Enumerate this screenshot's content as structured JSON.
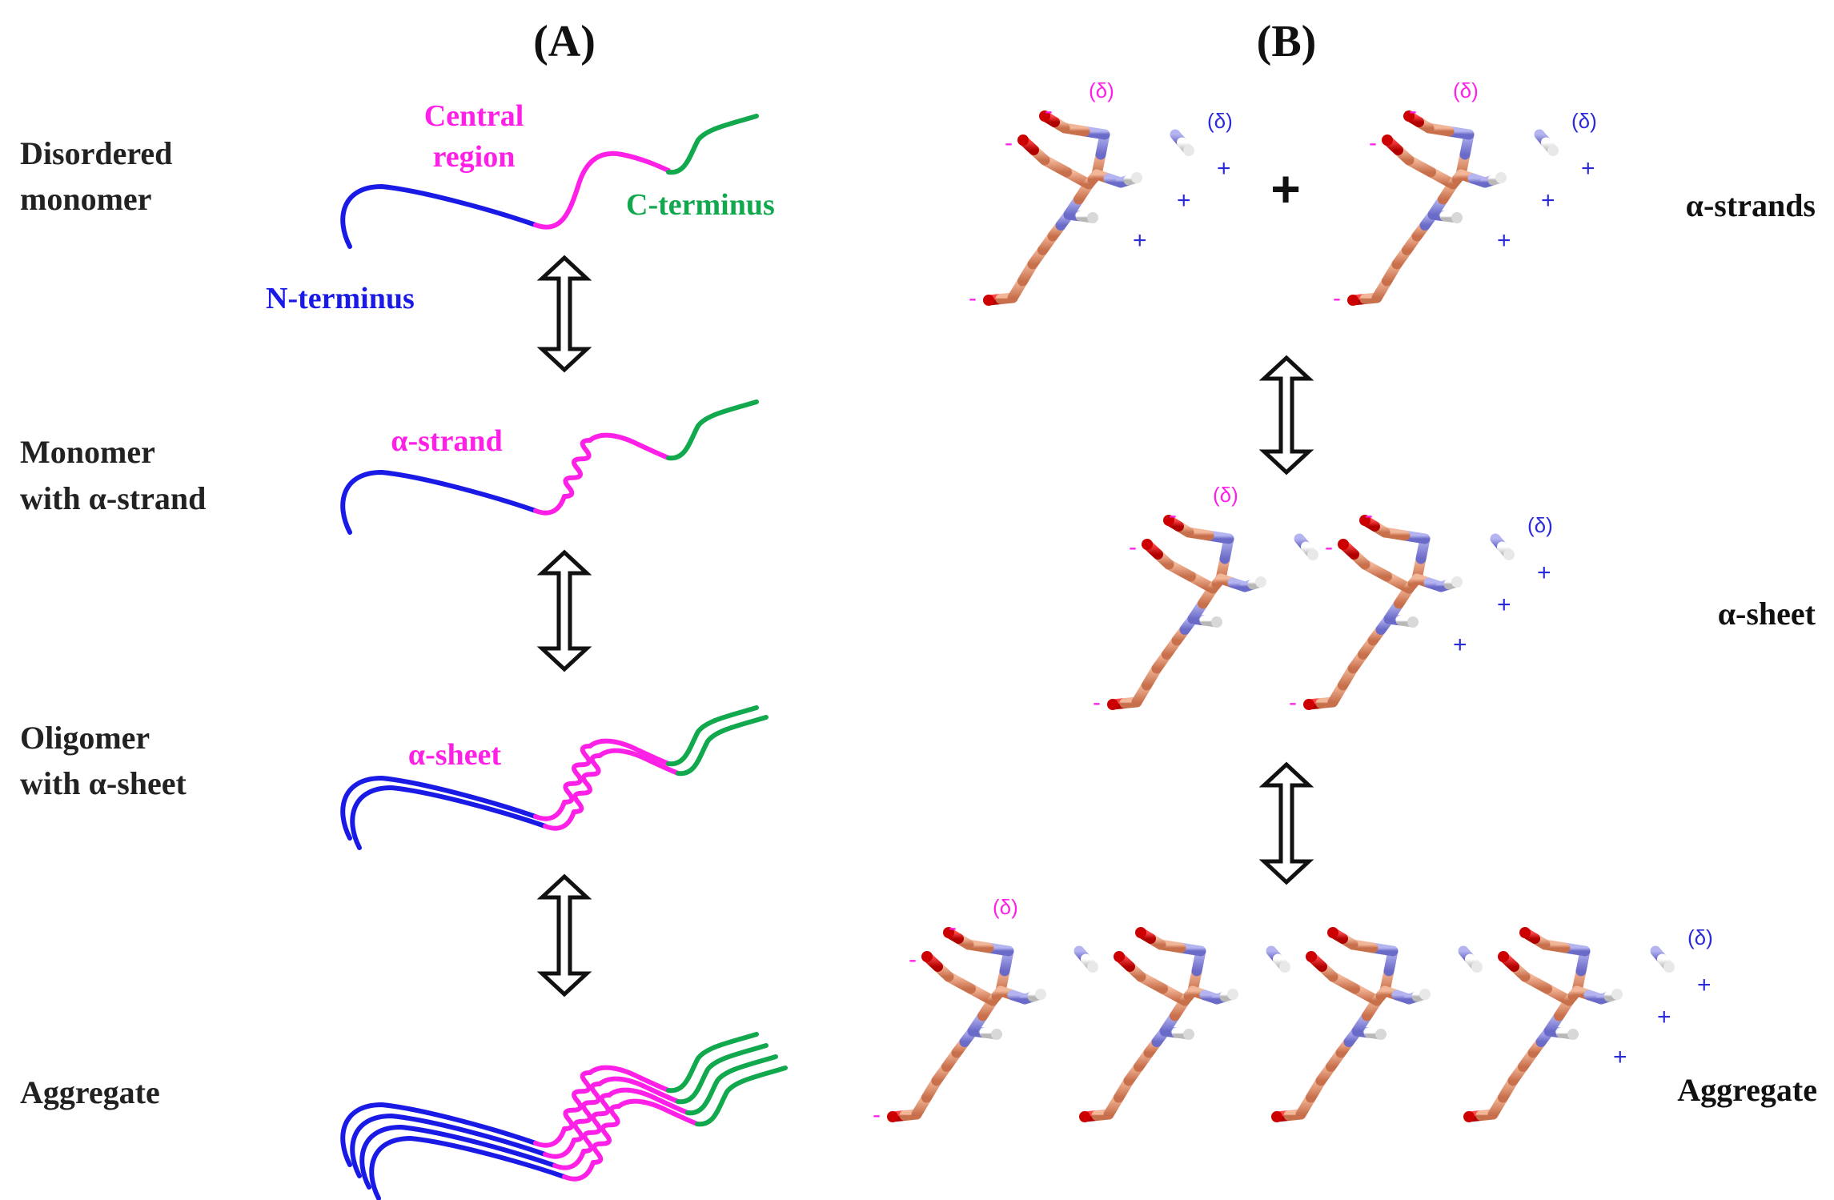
{
  "panel_a": {
    "title": "(A)",
    "rows": [
      {
        "label_line1": "Disordered",
        "label_line2": "monomer",
        "copies": 1,
        "coil": false
      },
      {
        "label_line1": "Monomer",
        "label_line2": "with α-strand",
        "copies": 1,
        "coil": true
      },
      {
        "label_line1": "Oligomer",
        "label_line2": "with α-sheet",
        "copies": 2,
        "coil": true
      },
      {
        "label_line1": "Aggregate",
        "label_line2": "",
        "copies": 4,
        "coil": true
      }
    ],
    "region_labels": {
      "central_line1": "Central",
      "central_line2": "region",
      "c_terminus": "C-terminus",
      "n_terminus": "N-terminus",
      "alpha_strand": "α-strand",
      "alpha_sheet": "α-sheet"
    }
  },
  "panel_b": {
    "title": "(B)",
    "plus_sign": "+",
    "rows": [
      {
        "label": "α-strands",
        "molecules": 2,
        "joined_with_plus": true
      },
      {
        "label": "α-sheet",
        "molecules": 2,
        "joined_with_plus": false
      },
      {
        "label": "Aggregate",
        "molecules": 4,
        "joined_with_plus": false
      }
    ],
    "charges": {
      "negative": "-",
      "positive": "+",
      "partial": "(δ)"
    }
  },
  "colors": {
    "n_terminus": "#1a1ae6",
    "central_region": "#ff20e8",
    "c_terminus": "#11a84e",
    "carbon": "#e0916e",
    "nitrogen": "#8e8ee0",
    "oxygen": "#e01010",
    "hydrogen": "#e8e8e8",
    "negative_charge": "#ff20e8",
    "positive_charge": "#2a2ad8",
    "arrow": "#111111"
  }
}
